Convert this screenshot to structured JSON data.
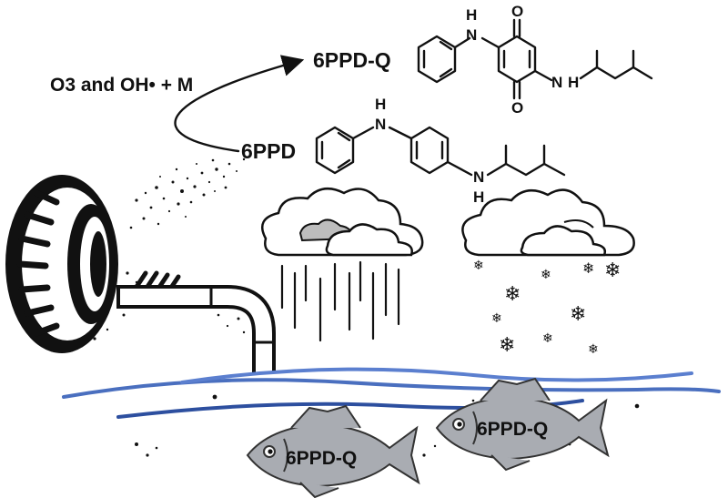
{
  "labels": {
    "reaction": "O3 and OH• + M",
    "product": "6PPD-Q",
    "reactant": "6PPD",
    "fish_left": "6PPD-Q",
    "fish_right": "6PPD-Q"
  },
  "atoms": {
    "n": "N",
    "h": "H",
    "o": "O"
  },
  "colors": {
    "water": "#4a6fbf",
    "fish": "#a9acb2",
    "tire": "#111111",
    "cloud_shade": "#bdbdbd"
  },
  "icons": [
    "tire-icon",
    "drain-pipe-icon",
    "rain-cloud-icon",
    "snow-cloud-icon",
    "snowflake-icon",
    "fish-icon",
    "reaction-arrow-icon"
  ]
}
